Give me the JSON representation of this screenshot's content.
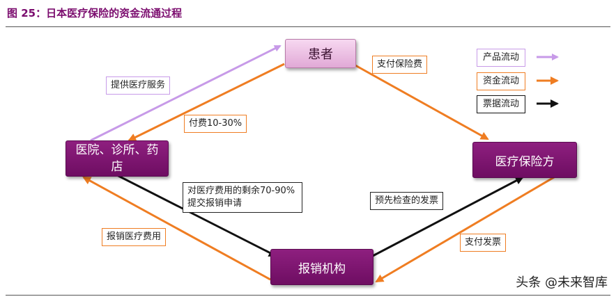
{
  "title": "图 25：日本医疗保险的资金流通过程",
  "nodes": {
    "patient": "患者",
    "hospital": "医院、诊所、药店",
    "insurer": "医疗保险方",
    "agency": "报销机构"
  },
  "edges": {
    "pay_premium": "支付保险费",
    "provide_services": "提供医疗服务",
    "copay": "付费10-30%",
    "submit_claim": "对医疗费用的剩余70-90%提交报销申请",
    "check_invoice": "预先检查的发票",
    "pay_invoice": "支付发票",
    "reimburse": "报销医疗费用"
  },
  "legend": [
    {
      "label": "产品流动",
      "color": "#c79ae8"
    },
    {
      "label": "资金流动",
      "color": "#ef7d22"
    },
    {
      "label": "票据流动",
      "color": "#111111"
    }
  ],
  "colors": {
    "product": "#c79ae8",
    "money": "#ef7d22",
    "document": "#111111",
    "node": "#7b0c6e"
  },
  "watermark": "头条 @未来智库"
}
